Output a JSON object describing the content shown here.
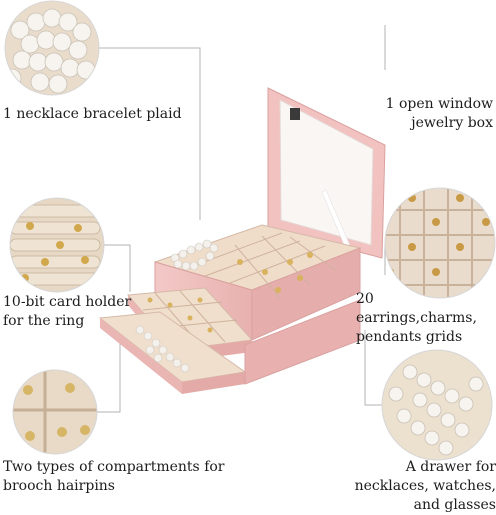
{
  "labels": {
    "necklace": "1 necklace bracelet plaid",
    "window": "1 open window jewelry box",
    "card": "10-bit card holder for the ring",
    "grids": "20 earrings,charms, pendants grids",
    "brooch": "Two types of compartments for brooch hairpins",
    "drawer": "A drawer for necklaces, watches, and glasses"
  },
  "colors": {
    "box_pink": "#f2c5c3",
    "box_pink_dark": "#e2a9a7",
    "lining_beige": "#ede3d3",
    "line_gray": "#b3b3b3"
  }
}
